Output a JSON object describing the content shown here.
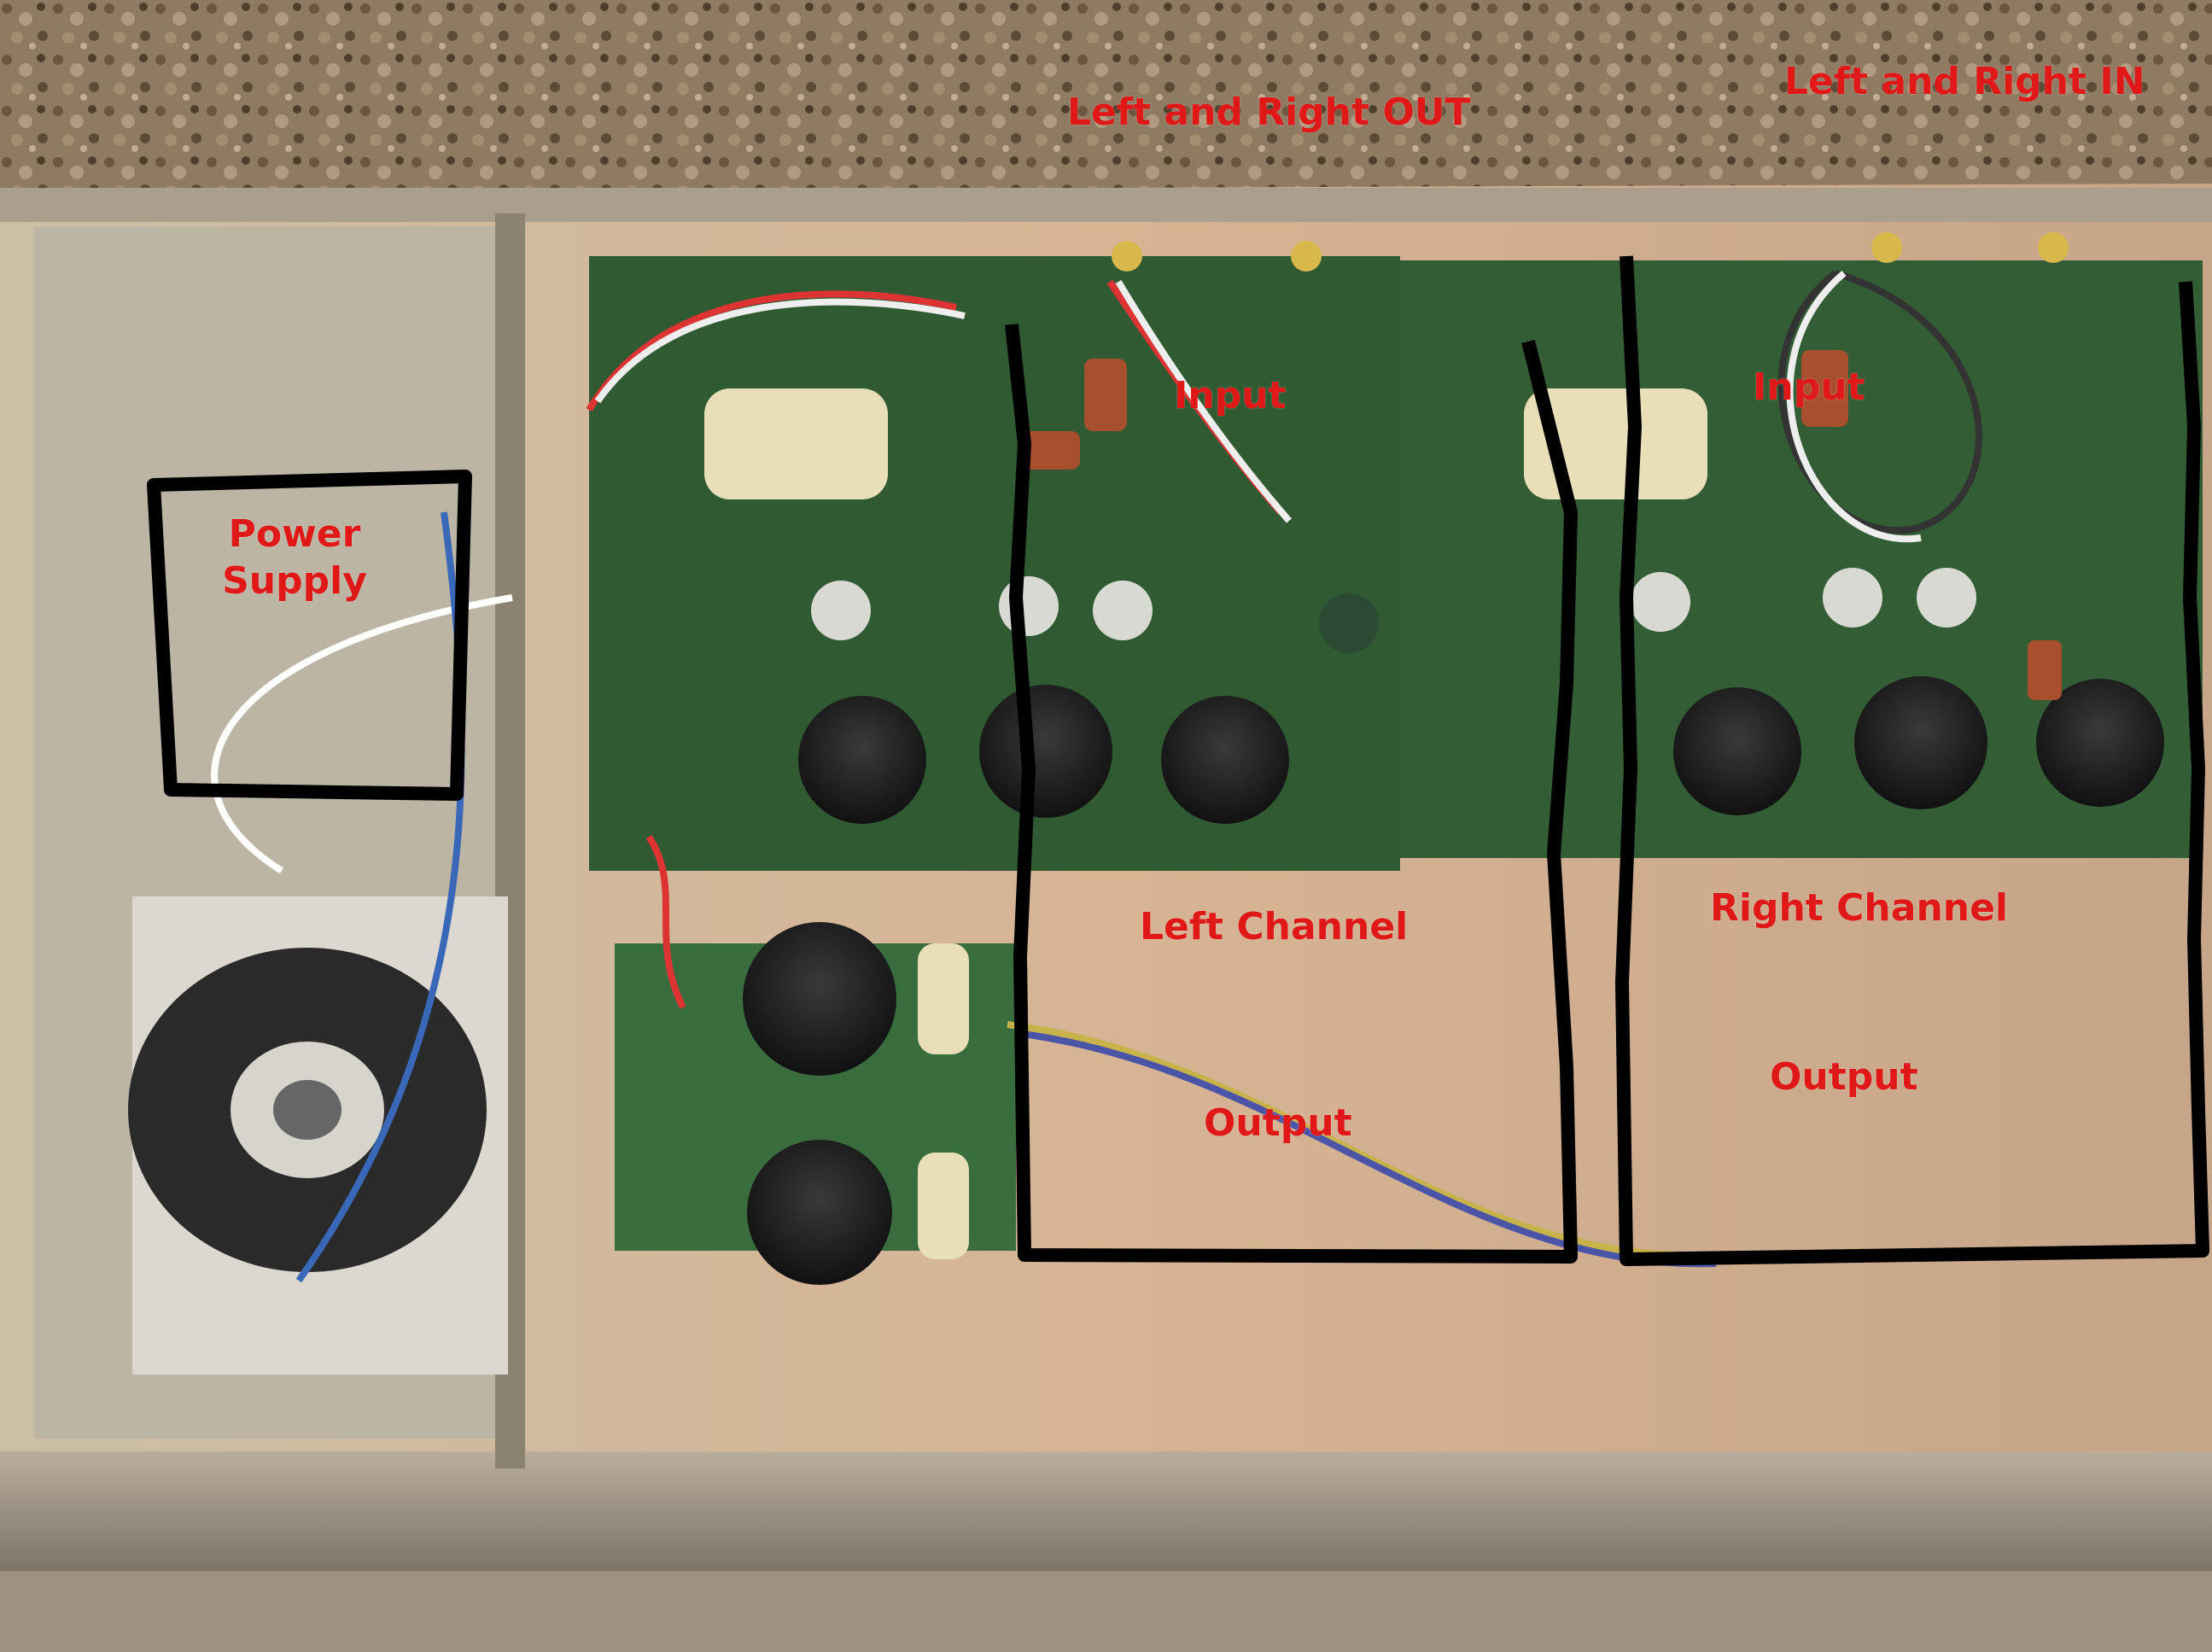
{
  "labels": {
    "left_right_out": "Left and Right OUT",
    "left_right_in": "Left and Right IN",
    "power_supply": "Power Supply",
    "input_left": "Input",
    "input_right": "Input",
    "left_channel": "Left Channel",
    "right_channel": "Right Channel",
    "output_left": "Output",
    "output_right": "Output"
  },
  "colors": {
    "annotation_text": "#e01818",
    "annotation_box": "#000000",
    "pcb": "#2f5a32",
    "chassis": "#c9b79a",
    "countertop": "#8a7560"
  }
}
